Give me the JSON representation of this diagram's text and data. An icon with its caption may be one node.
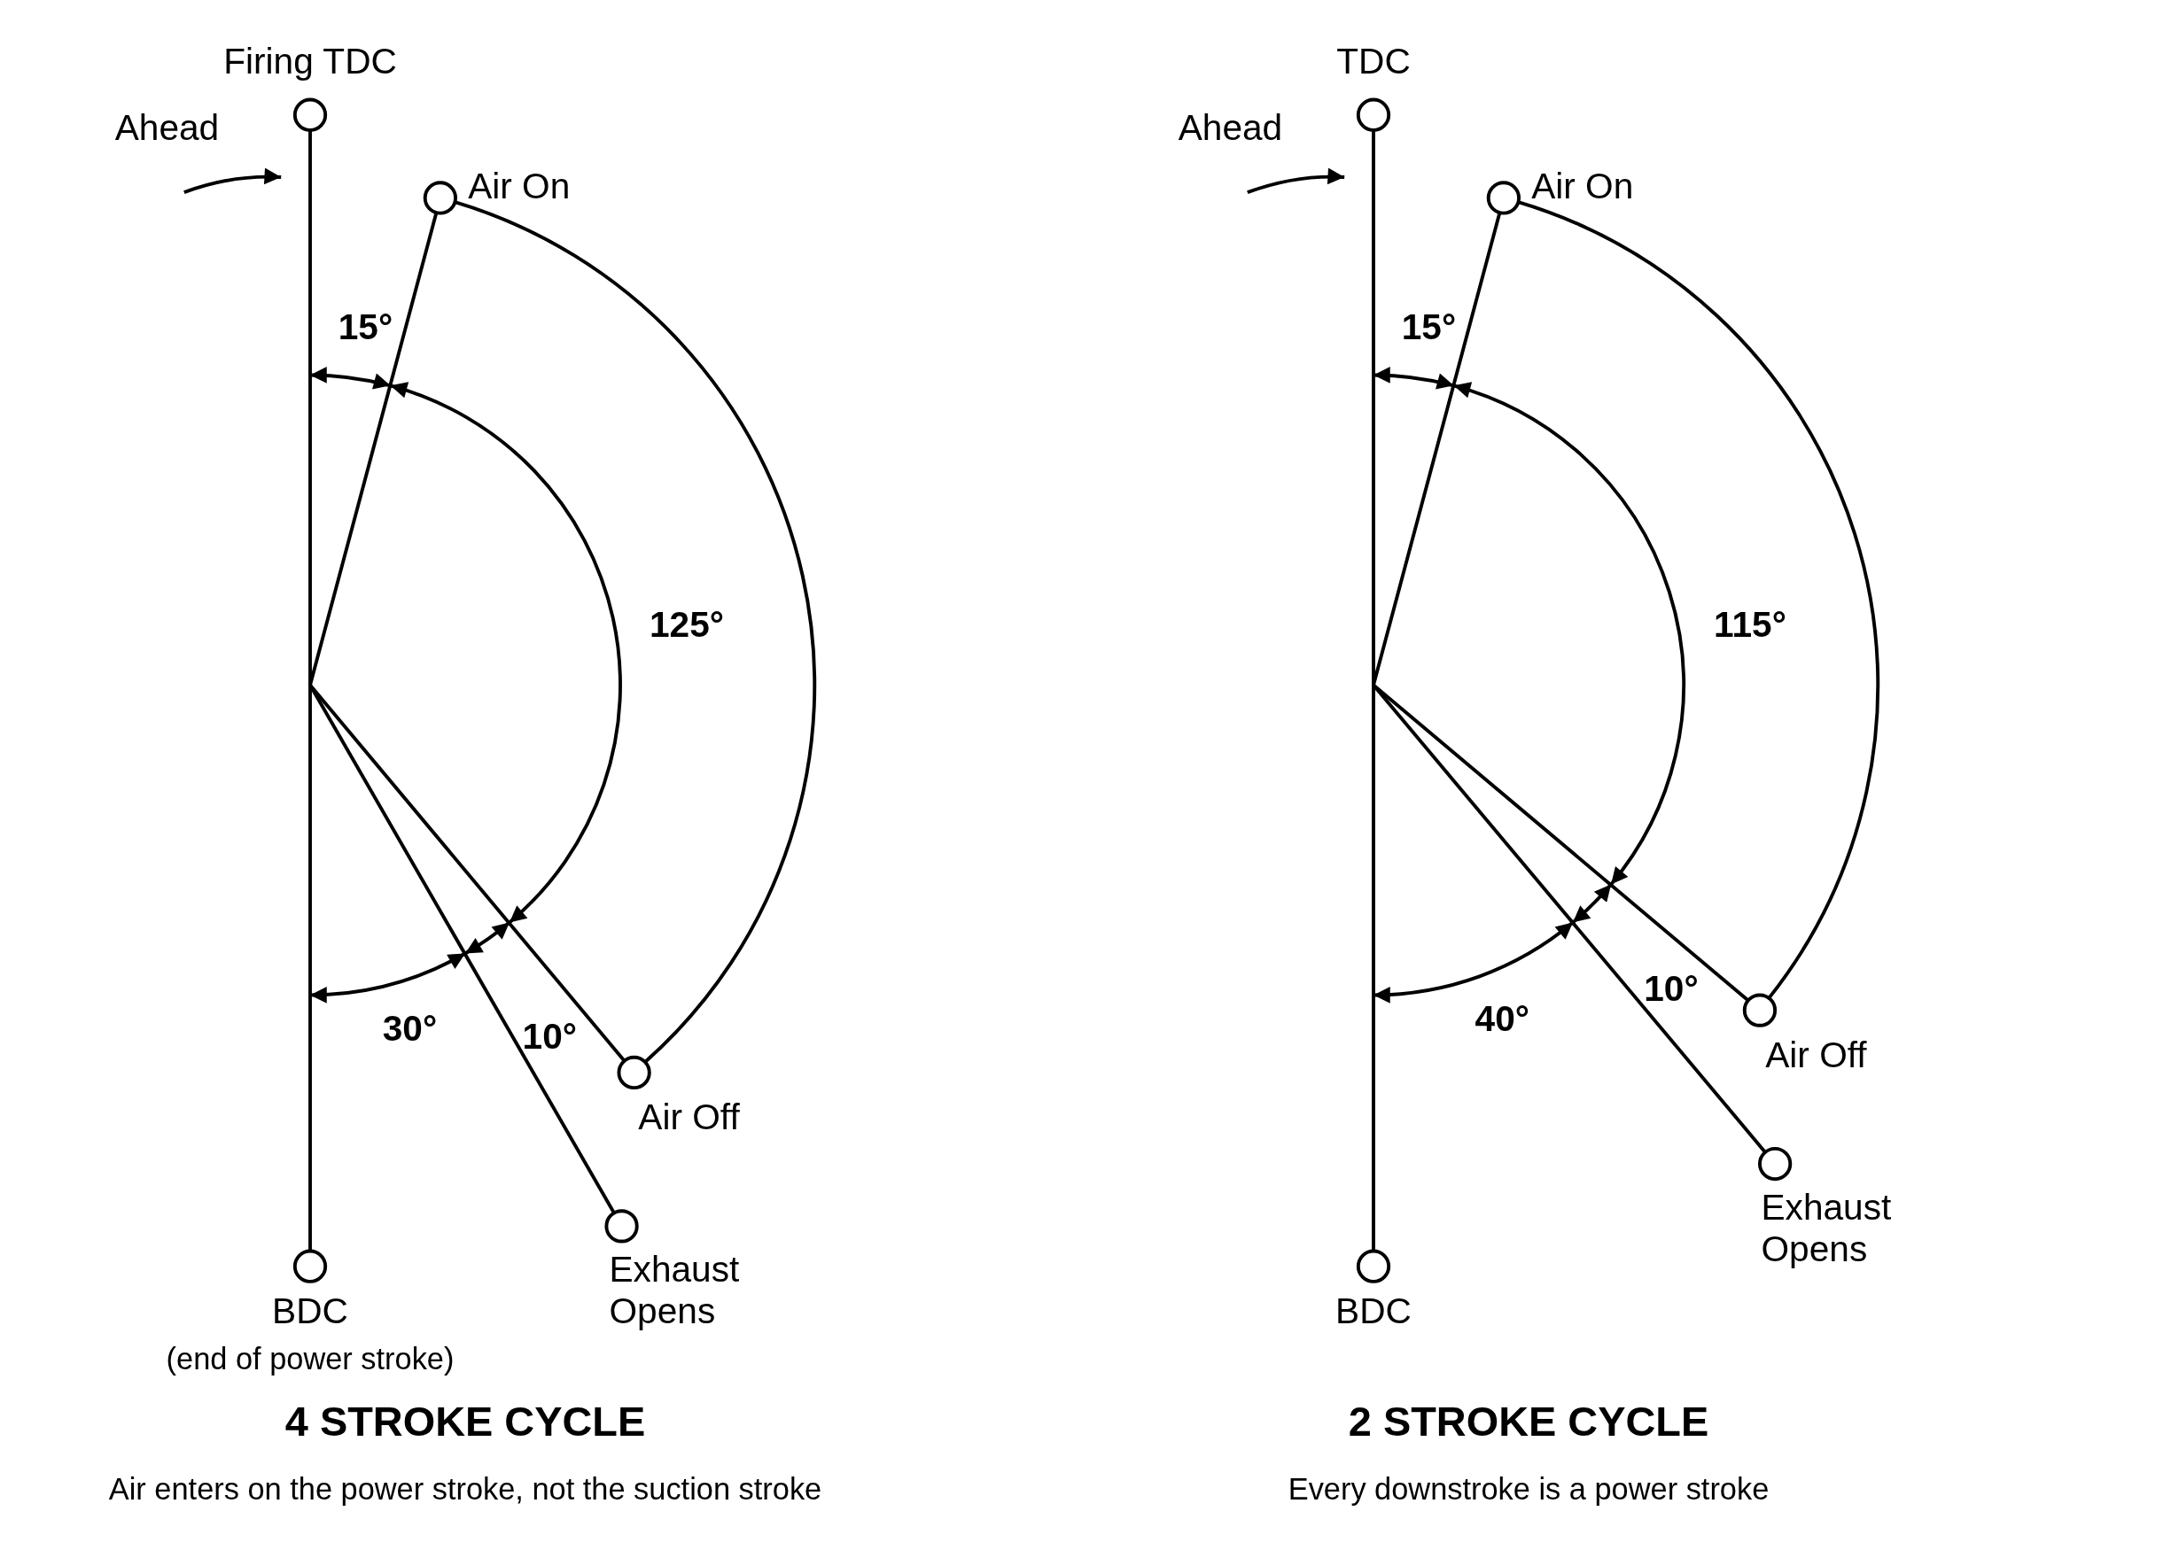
{
  "diagram": {
    "nodes": [
      {
        "text": [
          "Firing TDC"
        ]
      },
      {
        "text": [
          "Air On"
        ]
      },
      {
        "text": [
          "Air Off"
        ]
      },
      {
        "text": [
          "Exhaust Opens"
        ]
      },
      {
        "text": [
          "BDC"
        ],
        "beside": [
          "(end of power stroke)"
        ]
      },
      {
        "text": [
          "TDC"
        ]
      },
      {
        "text": [
          "Air On"
        ]
      },
      {
        "text": [
          "Air Off"
        ]
      },
      {
        "text": [
          "Exhaust Opens"
        ]
      },
      {
        "text": [
          "BDC"
        ]
      }
    ],
    "edges": [
      {
        "from": 0,
        "to": 4,
        "arrow": "none"
      },
      {
        "from": null,
        "to": 1,
        "arrow": "none"
      },
      {
        "from": null,
        "to": 2,
        "arrow": "none"
      },
      {
        "from": null,
        "to": 3,
        "arrow": "none"
      },
      {
        "from": 1,
        "to": 2,
        "arrow": "none"
      },
      {
        "from": 5,
        "to": 9,
        "arrow": "none"
      },
      {
        "from": null,
        "to": 6,
        "arrow": "none"
      },
      {
        "from": null,
        "to": 7,
        "arrow": "none"
      },
      {
        "from": null,
        "to": 8,
        "arrow": "none"
      },
      {
        "from": 6,
        "to": 7,
        "arrow": "none"
      }
    ],
    "labels": [
      "Ahead",
      "15°",
      "125°",
      "30°",
      "10°",
      "4 STROKE CYCLE",
      "Air enters on the power stroke, not the suction stroke",
      "Ahead",
      "15°",
      "115°",
      "40°",
      "10°",
      "2 STROKE CYCLE",
      "Every downstroke is a power stroke"
    ]
  }
}
